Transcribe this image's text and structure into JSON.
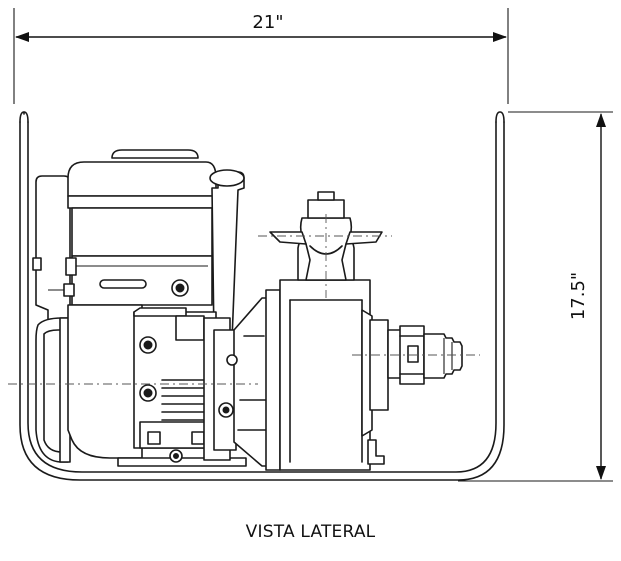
{
  "drawing": {
    "width_label": "21\"",
    "height_label": "17.5\"",
    "caption": "VISTA LATERAL"
  }
}
